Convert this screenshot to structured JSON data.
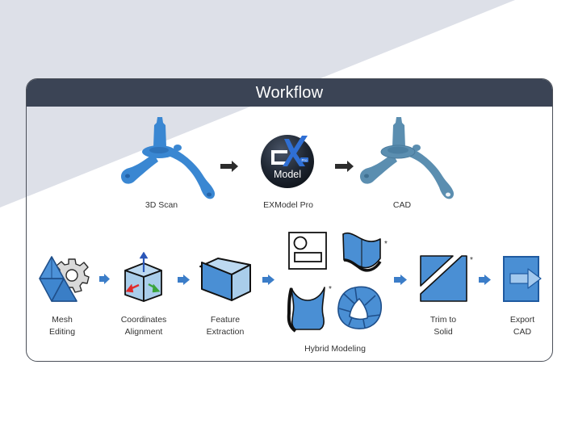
{
  "header": {
    "title": "Workflow"
  },
  "top_row": {
    "steps": [
      {
        "label": "3D Scan",
        "icon": "scanned-part-icon"
      },
      {
        "label": "EXModel Pro",
        "icon": "exmodel-pro-logo",
        "logo_text": "Model",
        "logo_badge": "Pro"
      },
      {
        "label": "CAD",
        "icon": "cad-part-icon"
      }
    ]
  },
  "bottom_row": {
    "steps": [
      {
        "line1": "Mesh",
        "line2": "Editing",
        "icon": "mesh-gear-icon"
      },
      {
        "line1": "Coordinates",
        "line2": "Alignment",
        "icon": "coordinate-cube-icon"
      },
      {
        "line1": "Feature",
        "line2": "Extraction",
        "icon": "feature-cube-icon"
      },
      {
        "line1": "Hybrid Modeling",
        "line2": "",
        "icon": "hybrid-modeling-icons"
      },
      {
        "line1": "Trim to",
        "line2": "Solid",
        "icon": "trim-solid-icon"
      },
      {
        "line1": "Export",
        "line2": "CAD",
        "icon": "export-cad-icon"
      }
    ],
    "asterisk": "*"
  },
  "colors": {
    "background_gray": "#dde0e8",
    "header": "#3b4455",
    "accent_blue": "#3b7dc8",
    "scan_blue": "#3a87d2",
    "cad_steel": "#5b8eb0",
    "light_blue": "#a9cdea"
  }
}
